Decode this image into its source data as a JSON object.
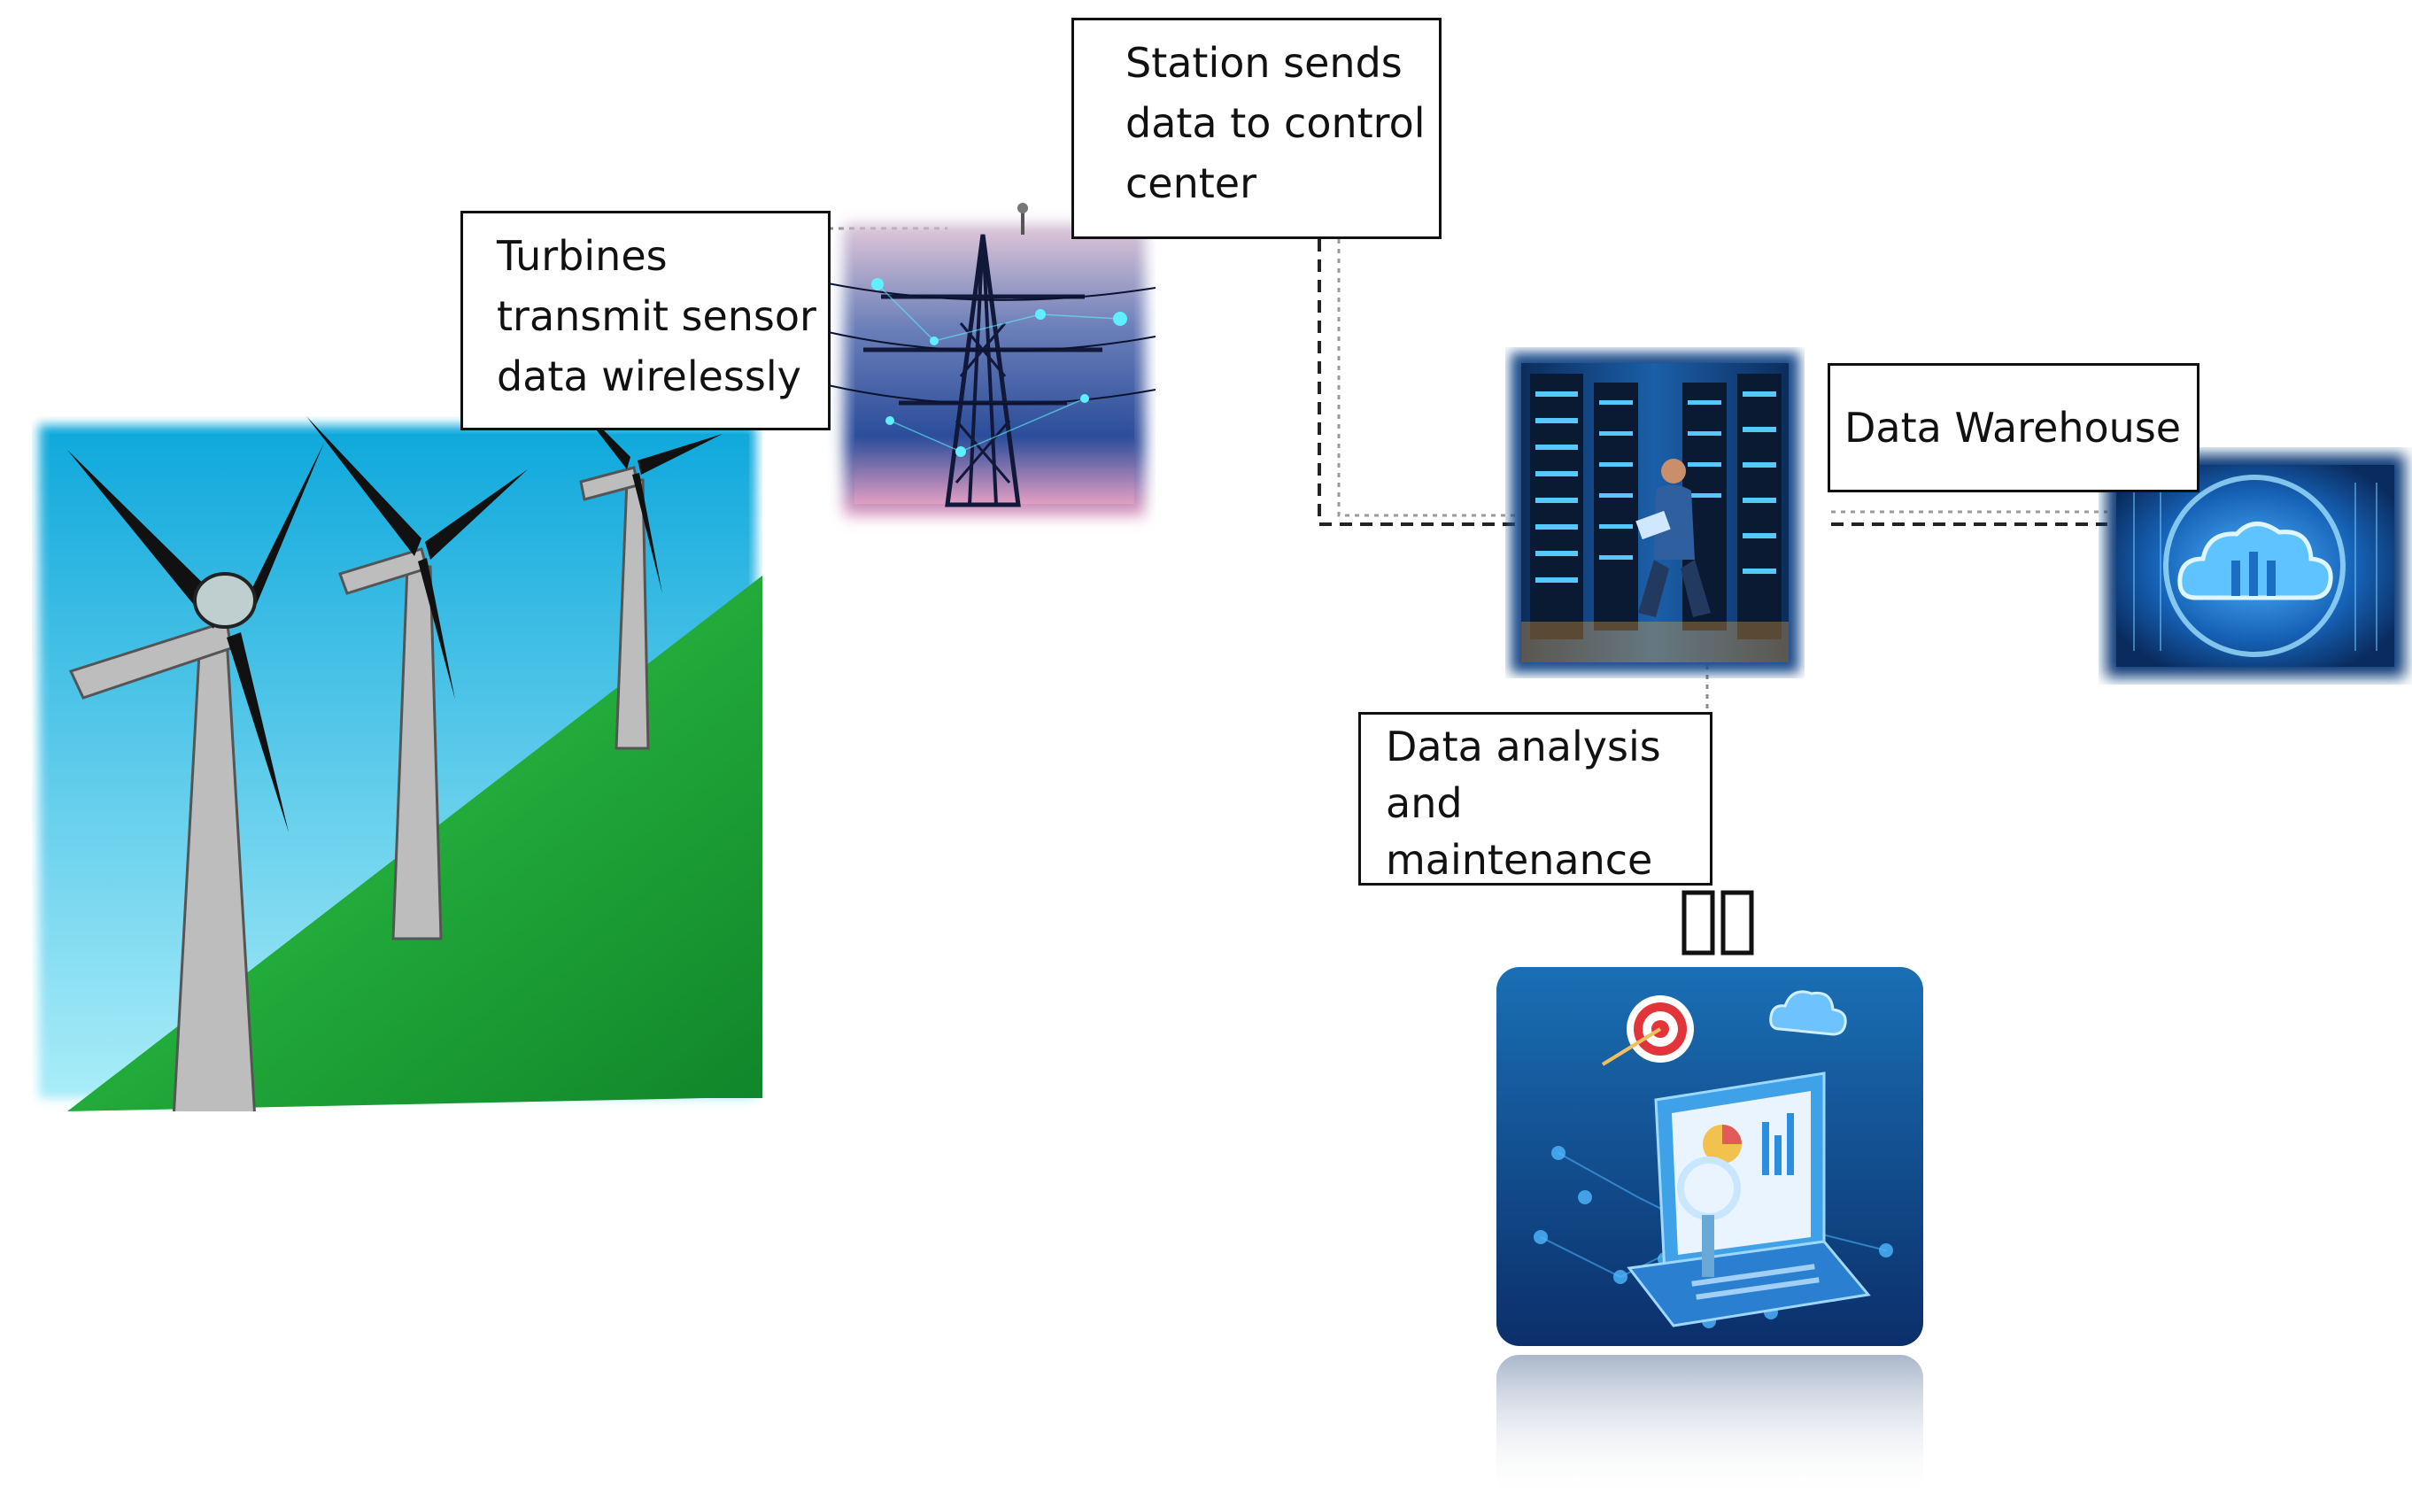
{
  "labels": {
    "turbines": [
      "Turbines",
      "transmit sensor",
      "data wirelessly"
    ],
    "station": [
      "Station sends",
      "data to control",
      "center"
    ],
    "warehouse": [
      "Data Warehouse"
    ],
    "analysis": [
      "Data analysis",
      "and",
      "maintenance"
    ]
  },
  "illustrations": {
    "wind_farm": "wind-turbines-icon",
    "transmission_tower": "power-tower-icon",
    "control_center": "server-room-icon",
    "data_warehouse": "cloud-storage-icon",
    "analytics": "analytics-laptop-icon"
  },
  "colors": {
    "sky_top": "#10a9dc",
    "sky_bottom": "#9fe6f6",
    "hill": "#22b43a",
    "blade": "#111111",
    "tower": "#bdbdbd",
    "network_blue": "#1e5fb0",
    "server_glow": "#3fa7ff",
    "connector": "#222222"
  }
}
